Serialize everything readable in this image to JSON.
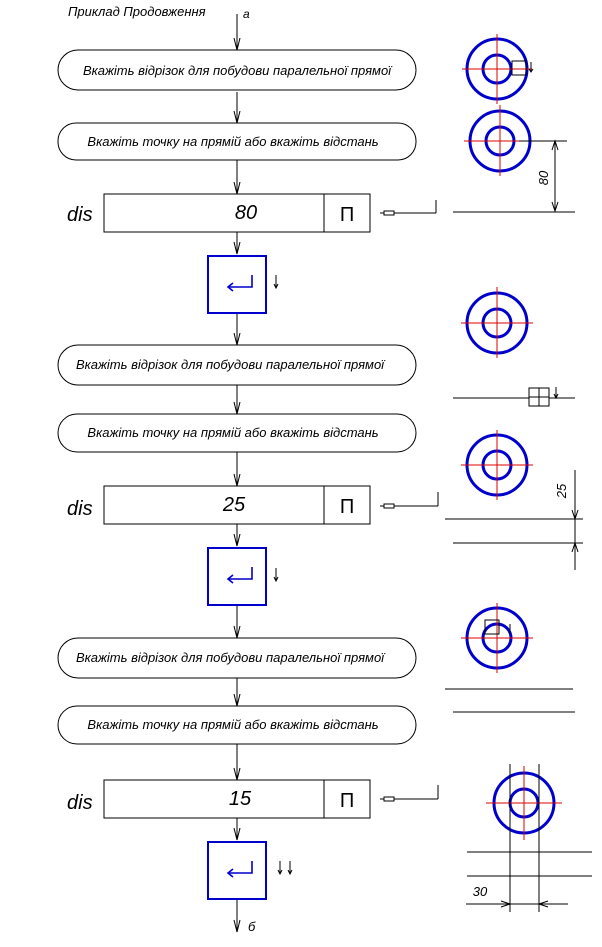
{
  "header": {
    "title": "Приклад Продовження",
    "top_marker": "а",
    "bottom_marker": "б"
  },
  "colors": {
    "enter_blue": "#0000cc",
    "circle_blue": "#0000cc",
    "axis_red": "#dd0000"
  },
  "steps": [
    {
      "prompt_segment": "Вкажіть відрізок для побудови паралельної прямої",
      "prompt_point": "Вкажіть точку на прямій або вкажіть відстань",
      "dis_label": "dis",
      "value": "80",
      "mode_button": "П"
    },
    {
      "prompt_segment": "Вкажіть відрізок для побудови паралельної прямої",
      "prompt_point": "Вкажіть точку на прямій або вкажіть відстань",
      "dis_label": "dis",
      "value": "25",
      "mode_button": "П"
    },
    {
      "prompt_segment": "Вкажіть відрізок для побудови паралельної прямої",
      "prompt_point": "Вкажіть точку на прямій або вкажіть відстань",
      "dis_label": "dis",
      "value": "15",
      "mode_button": "П"
    }
  ],
  "dimensions": {
    "first": "80",
    "second": "25",
    "third": "30"
  },
  "icons": [
    "enter-key-icon",
    "arrow-down-icon",
    "ruler-cursor-icon"
  ]
}
